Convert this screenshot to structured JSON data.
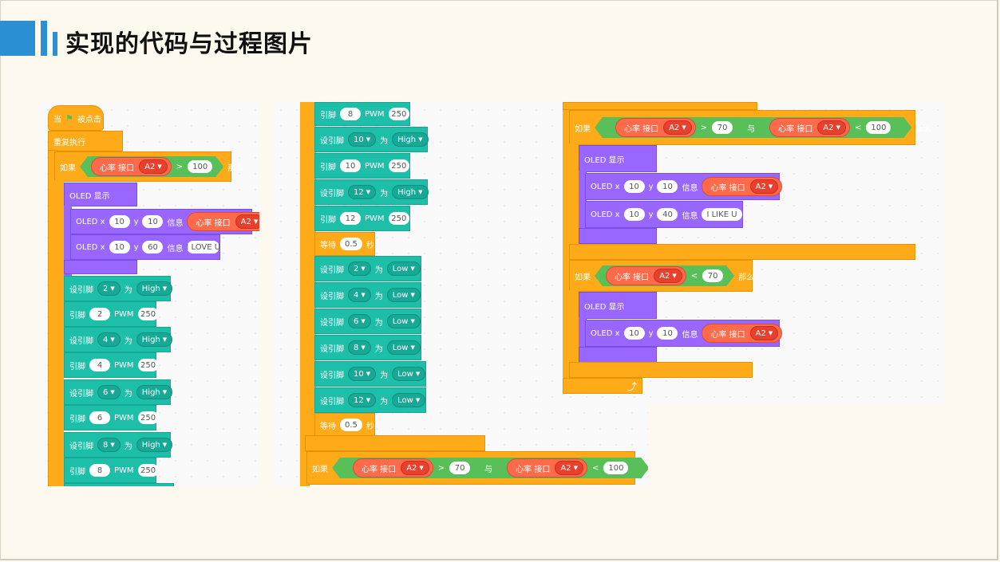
{
  "slide": {
    "title": "实现的代码与过程图片"
  },
  "labels": {
    "when": "当",
    "clicked": "被点击",
    "forever": "重复执行",
    "if": "如果",
    "then": "那么",
    "and": "与",
    "oled_display": "OLED 显示",
    "oled_x": "OLED x",
    "y": "y",
    "info": "信息",
    "sensor": "心率 接口",
    "port": "A2",
    "set_pin": "设引脚",
    "as": "为",
    "pin": "引脚",
    "pwm": "PWM",
    "wait": "等待",
    "sec": "秒",
    "gt": ">",
    "lt": "<",
    "high": "High",
    "low": "Low",
    "love": "I LOVE U",
    "like": "I LIKE U"
  },
  "values": {
    "v100": "100",
    "v70": "70",
    "v10": "10",
    "v60": "60",
    "v40": "40",
    "v250": "250",
    "v05": "0.5",
    "p2": "2",
    "p4": "4",
    "p6": "6",
    "p8": "8",
    "p10": "10",
    "p12": "12"
  },
  "colors": {
    "accent": "#2b8fd3",
    "control": "#ffab19",
    "pin": "#1ebfa9",
    "oled": "#9966ff",
    "operator": "#59c059",
    "sensor": "#ff6b4a"
  }
}
